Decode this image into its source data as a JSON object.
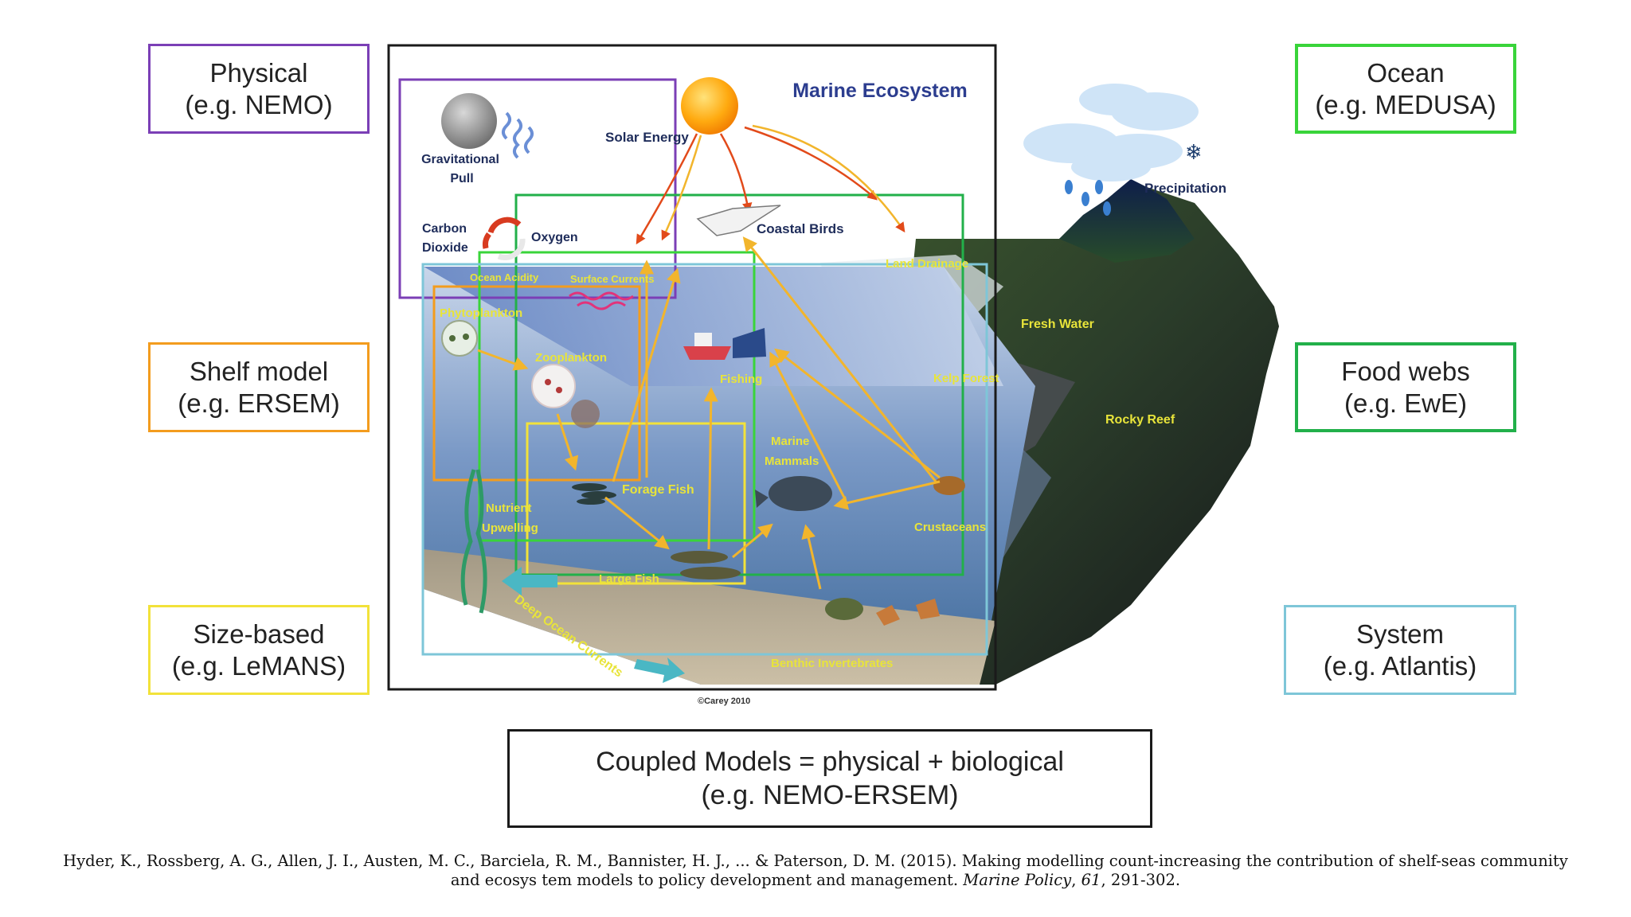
{
  "model_boxes": {
    "physical": {
      "line1": "Physical",
      "line2": "(e.g. NEMO)",
      "color": "#7b3fb6"
    },
    "shelf": {
      "line1": "Shelf model",
      "line2": "(e.g. ERSEM)",
      "color": "#f39c1e"
    },
    "size": {
      "line1": "Size-based",
      "line2": "(e.g. LeMANS)",
      "color": "#f2e23a"
    },
    "ocean": {
      "line1": "Ocean",
      "line2": "(e.g. MEDUSA)",
      "color": "#39d43a"
    },
    "food": {
      "line1": "Food webs",
      "line2": "(e.g. EwE)",
      "color": "#22b04a"
    },
    "system": {
      "line1": "System",
      "line2": "(e.g. Atlantis)",
      "color": "#7ec6d8"
    },
    "coupled": {
      "line1": "Coupled Models = physical + biological",
      "line2": "(e.g. NEMO-ERSEM)",
      "color": "#1a1a1a"
    }
  },
  "diagram": {
    "title": "Marine Ecosystem",
    "labels": {
      "solar_energy": "Solar Energy",
      "gravitational_pull_1": "Gravitational",
      "gravitational_pull_2": "Pull",
      "carbon_1": "Carbon",
      "carbon_2": "Dioxide",
      "oxygen": "Oxygen",
      "coastal_birds": "Coastal Birds",
      "precipitation": "Precipitation",
      "ocean_acidity": "Ocean Acidity",
      "surface_currents": "Surface Currents",
      "land_drainage": "Land Drainage",
      "fresh_water": "Fresh Water",
      "phytoplankton": "Phytoplankton",
      "zooplankton": "Zooplankton",
      "fishing": "Fishing",
      "kelp_forest": "Kelp Forest",
      "rocky_reef": "Rocky Reef",
      "marine_mammals_1": "Marine",
      "marine_mammals_2": "Mammals",
      "forage_fish": "Forage Fish",
      "nutrient_1": "Nutrient",
      "nutrient_2": "Upwelling",
      "crustaceans": "Crustaceans",
      "large_fish": "Large Fish",
      "deep_ocean_currents": "Deep Ocean Currents",
      "benthic_invertebrates": "Benthic Invertebrates",
      "copyright": "©Carey 2010"
    }
  },
  "citation": {
    "main": "Hyder, K., Rossberg, A. G., Allen, J. I., Austen, M. C., Barciela, R. M., Bannister, H. J., ... & Paterson, D. M. (2015). Making modelling count-increasing the contribution of shelf-seas community and ecosys tem models to policy development and management. ",
    "journal": "Marine Policy",
    "sep": ", ",
    "volume": "61",
    "pages": ", 291-302."
  }
}
